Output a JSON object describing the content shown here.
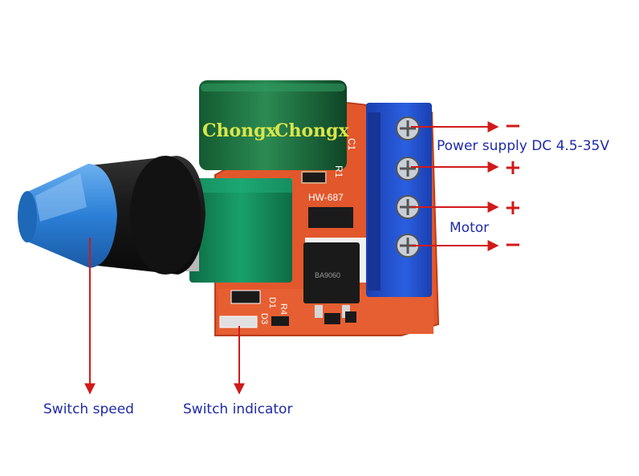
{
  "board": {
    "capacitor_brand": "Chongx",
    "capacitor_brand_repeat": "Chongx",
    "model": "HW-687",
    "capacitor_ref": "C1",
    "resistor_ref": "R1",
    "mosfet_code": "BA9060",
    "pcb_labels": [
      "D1",
      "R4",
      "D3"
    ]
  },
  "terminals": [
    {
      "sign": "−",
      "group": "Power supply DC 4.5-35V"
    },
    {
      "sign": "+",
      "group": "Power supply DC 4.5-35V"
    },
    {
      "sign": "+",
      "group": "Motor"
    },
    {
      "sign": "−",
      "group": "Motor"
    }
  ],
  "labels": {
    "power_supply": "Power supply DC 4.5-35V",
    "motor": "Motor",
    "switch_speed": "Switch speed",
    "switch_indicator": "Switch indicator"
  },
  "colors": {
    "pcb": "#e2572c",
    "terminal_block": "#1f4fd0",
    "capacitor": "#1e6a3d",
    "potentiometer": "#128a5a",
    "knob_cap": "#2b7fd6",
    "arrow": "#d11a1a",
    "label_text": "#1f2aa8"
  }
}
